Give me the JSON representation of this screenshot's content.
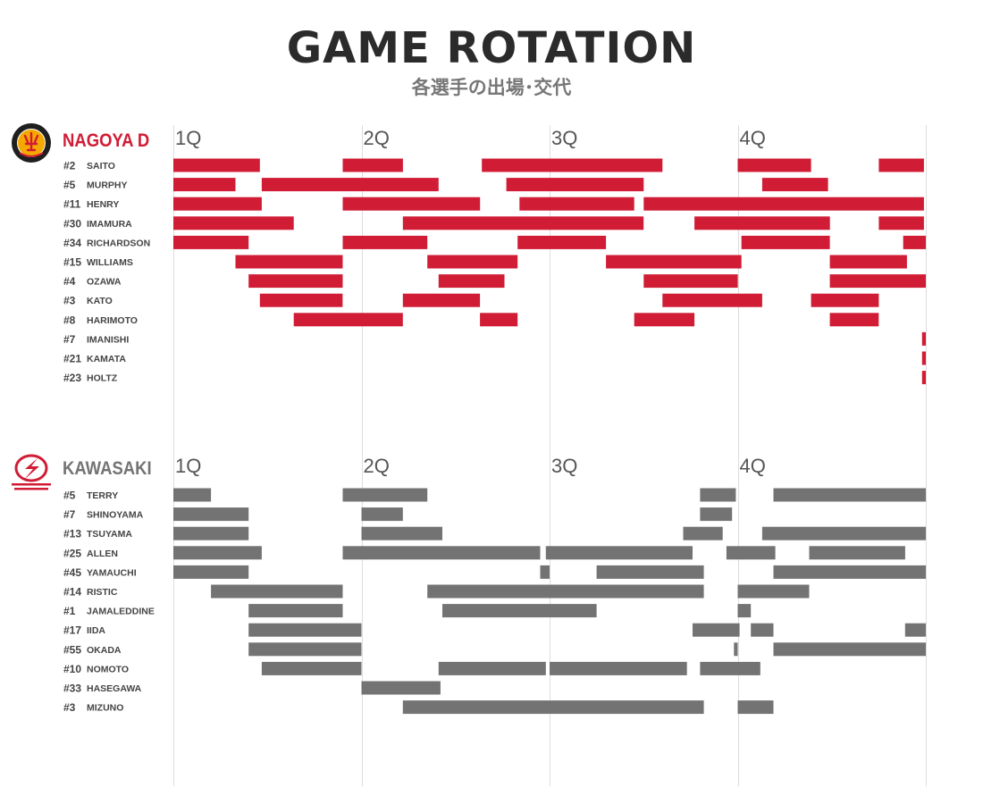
{
  "title": "GAME ROTATION",
  "subtitle": "各選手の出場･交代",
  "colors": {
    "nagoya": "#d01c35",
    "kawasaki": "#737373",
    "gridline": "#dddddd",
    "quarter_label": "#555555",
    "player_text": "#444444"
  },
  "chart_data": [
    {
      "type": "bar",
      "team": "NAGOYA D",
      "color": "#d01c35",
      "x_unit": "game minutes",
      "xlim": [
        0,
        40
      ],
      "quarter_labels": [
        "1Q",
        "2Q",
        "3Q",
        "4Q"
      ],
      "quarter_starts": [
        0,
        10,
        20,
        30
      ],
      "players": [
        {
          "number": "#2",
          "name": "SAITO",
          "stints": [
            [
              0,
              4.6
            ],
            [
              9.0,
              12.2
            ],
            [
              16.4,
              26.0
            ],
            [
              30.0,
              33.9
            ],
            [
              37.5,
              39.9
            ]
          ]
        },
        {
          "number": "#5",
          "name": "MURPHY",
          "stints": [
            [
              0,
              3.3
            ],
            [
              4.7,
              14.1
            ],
            [
              17.7,
              25.0
            ],
            [
              31.3,
              34.8
            ]
          ]
        },
        {
          "number": "#11",
          "name": "HENRY",
          "stints": [
            [
              0,
              4.7
            ],
            [
              9.0,
              16.3
            ],
            [
              18.4,
              24.5
            ],
            [
              25.0,
              39.9
            ]
          ]
        },
        {
          "number": "#30",
          "name": "IMAMURA",
          "stints": [
            [
              0,
              6.4
            ],
            [
              12.2,
              25.0
            ],
            [
              27.7,
              34.9
            ],
            [
              37.5,
              39.9
            ]
          ]
        },
        {
          "number": "#34",
          "name": "RICHARDSON",
          "stints": [
            [
              0,
              4.0
            ],
            [
              9.0,
              13.5
            ],
            [
              18.3,
              23.0
            ],
            [
              30.2,
              34.9
            ],
            [
              38.8,
              40
            ]
          ]
        },
        {
          "number": "#15",
          "name": "WILLIAMS",
          "stints": [
            [
              3.3,
              9.0
            ],
            [
              13.5,
              18.3
            ],
            [
              23.0,
              30.2
            ],
            [
              34.9,
              39.0
            ]
          ]
        },
        {
          "number": "#4",
          "name": "OZAWA",
          "stints": [
            [
              4.0,
              9.0
            ],
            [
              14.1,
              17.6
            ],
            [
              25.0,
              30.0
            ],
            [
              34.9,
              40
            ]
          ]
        },
        {
          "number": "#3",
          "name": "KATO",
          "stints": [
            [
              4.6,
              9.0
            ],
            [
              12.2,
              16.3
            ],
            [
              26.0,
              31.3
            ],
            [
              33.9,
              37.5
            ]
          ]
        },
        {
          "number": "#8",
          "name": "HARIMOTO",
          "stints": [
            [
              6.4,
              12.2
            ],
            [
              16.3,
              18.3
            ],
            [
              24.5,
              27.7
            ],
            [
              34.9,
              37.5
            ]
          ]
        },
        {
          "number": "#7",
          "name": "IMANISHI",
          "stints": [
            [
              39.8,
              40
            ]
          ]
        },
        {
          "number": "#21",
          "name": "KAMATA",
          "stints": [
            [
              39.8,
              40
            ]
          ]
        },
        {
          "number": "#23",
          "name": "HOLTZ",
          "stints": [
            [
              39.8,
              40
            ]
          ]
        }
      ]
    },
    {
      "type": "bar",
      "team": "KAWASAKI",
      "color": "#737373",
      "x_unit": "game minutes",
      "xlim": [
        0,
        40
      ],
      "quarter_labels": [
        "1Q",
        "2Q",
        "3Q",
        "4Q"
      ],
      "quarter_starts": [
        0,
        10,
        20,
        30
      ],
      "players": [
        {
          "number": "#5",
          "name": "TERRY",
          "stints": [
            [
              0,
              2.0
            ],
            [
              9.0,
              13.5
            ],
            [
              28.0,
              29.9
            ],
            [
              31.9,
              40
            ]
          ]
        },
        {
          "number": "#7",
          "name": "SHINOYAMA",
          "stints": [
            [
              0,
              4.0
            ],
            [
              10.0,
              12.2
            ],
            [
              28.0,
              29.7
            ]
          ]
        },
        {
          "number": "#13",
          "name": "TSUYAMA",
          "stints": [
            [
              0,
              4.0
            ],
            [
              10.0,
              14.3
            ],
            [
              27.1,
              29.2
            ],
            [
              31.3,
              40
            ]
          ]
        },
        {
          "number": "#25",
          "name": "ALLEN",
          "stints": [
            [
              0,
              4.7
            ],
            [
              9.0,
              19.5
            ],
            [
              19.8,
              27.6
            ],
            [
              29.4,
              32.0
            ],
            [
              33.8,
              38.9
            ]
          ]
        },
        {
          "number": "#45",
          "name": "YAMAUCHI",
          "stints": [
            [
              0,
              4.0
            ],
            [
              19.5,
              20.0
            ],
            [
              22.5,
              28.2
            ],
            [
              31.9,
              40
            ]
          ]
        },
        {
          "number": "#14",
          "name": "RISTIC",
          "stints": [
            [
              2.0,
              9.0
            ],
            [
              13.5,
              28.2
            ],
            [
              30.0,
              33.8
            ]
          ]
        },
        {
          "number": "#1",
          "name": "JAMALEDDINE",
          "stints": [
            [
              4.0,
              9.0
            ],
            [
              14.3,
              22.5
            ],
            [
              30.0,
              30.7
            ]
          ]
        },
        {
          "number": "#17",
          "name": "IIDA",
          "stints": [
            [
              4.0,
              10.0
            ],
            [
              27.6,
              30.1
            ],
            [
              30.7,
              31.9
            ],
            [
              38.9,
              40
            ]
          ]
        },
        {
          "number": "#55",
          "name": "OKADA",
          "stints": [
            [
              4.0,
              10.0
            ],
            [
              29.8,
              30.0
            ],
            [
              31.9,
              40
            ]
          ]
        },
        {
          "number": "#10",
          "name": "NOMOTO",
          "stints": [
            [
              4.7,
              10.0
            ],
            [
              14.1,
              19.8
            ],
            [
              20.0,
              27.3
            ],
            [
              28.0,
              31.2
            ]
          ]
        },
        {
          "number": "#33",
          "name": "HASEGAWA",
          "stints": [
            [
              10.0,
              14.2
            ]
          ]
        },
        {
          "number": "#3",
          "name": "MIZUNO",
          "stints": [
            [
              12.2,
              28.2
            ],
            [
              30.0,
              31.9
            ]
          ]
        }
      ]
    }
  ]
}
